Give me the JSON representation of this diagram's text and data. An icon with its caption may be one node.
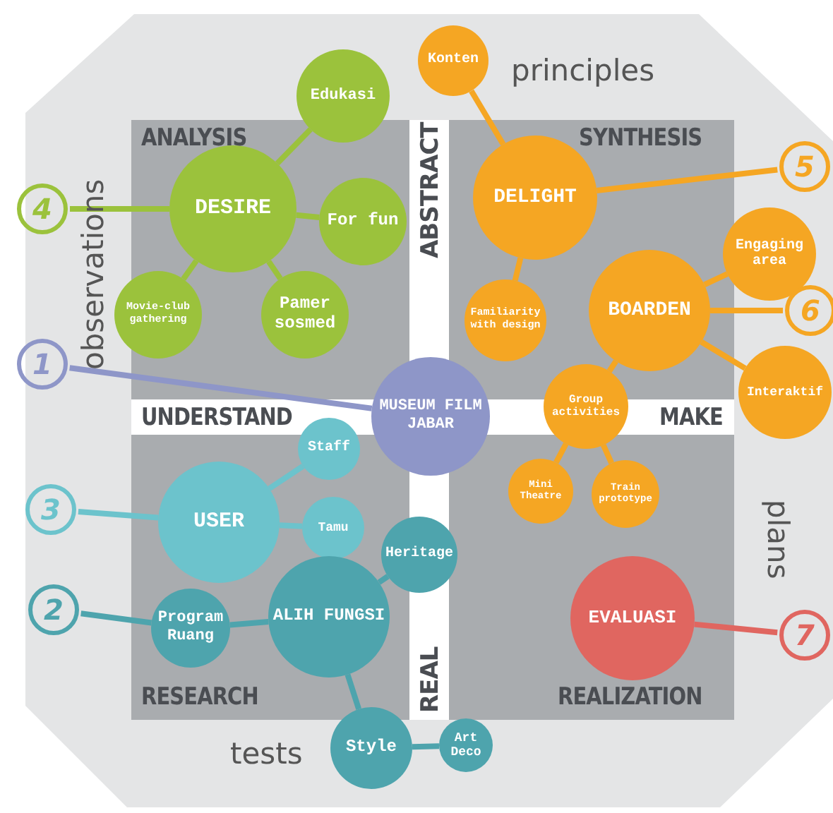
{
  "diagram": {
    "nodes": [
      {
        "text": [
          "MUSEUM FILM JABAR"
        ]
      },
      {
        "text": [
          "DESIRE"
        ]
      },
      {
        "text": [
          "Edukasi"
        ]
      },
      {
        "text": [
          "For fun"
        ]
      },
      {
        "text": [
          "Movie-club gathering"
        ]
      },
      {
        "text": [
          "Pamer sosmed"
        ]
      },
      {
        "text": [
          "DELIGHT"
        ]
      },
      {
        "text": [
          "Konten"
        ]
      },
      {
        "text": [
          "Familiarity with design"
        ]
      },
      {
        "text": [
          "BOARDEN"
        ]
      },
      {
        "text": [
          "Engaging area"
        ]
      },
      {
        "text": [
          "Interaktif"
        ]
      },
      {
        "text": [
          "Group activities"
        ]
      },
      {
        "text": [
          "Mini Theatre"
        ]
      },
      {
        "text": [
          "Train prototype"
        ]
      },
      {
        "text": [
          "USER"
        ]
      },
      {
        "text": [
          "Staff"
        ]
      },
      {
        "text": [
          "Tamu"
        ]
      },
      {
        "text": [
          "ALIH FUNGSI"
        ]
      },
      {
        "text": [
          "Heritage"
        ]
      },
      {
        "text": [
          "Program Ruang"
        ]
      },
      {
        "text": [
          "Style"
        ]
      },
      {
        "text": [
          "Art Deco"
        ]
      },
      {
        "text": [
          "EVALUASI"
        ]
      },
      {
        "text": [
          "4"
        ]
      },
      {
        "text": [
          "1"
        ]
      },
      {
        "text": [
          "3"
        ]
      },
      {
        "text": [
          "2"
        ]
      },
      {
        "text": [
          "5"
        ]
      },
      {
        "text": [
          "6"
        ]
      },
      {
        "text": [
          "7"
        ]
      }
    ],
    "edges": [
      {
        "from": 1,
        "to": 2,
        "arrow": "none",
        "color": "#9bc23c"
      },
      {
        "from": 1,
        "to": 3,
        "arrow": "none",
        "color": "#9bc23c"
      },
      {
        "from": 1,
        "to": 4,
        "arrow": "none",
        "color": "#9bc23c"
      },
      {
        "from": 1,
        "to": 5,
        "arrow": "none",
        "color": "#9bc23c"
      },
      {
        "from": 6,
        "to": 7,
        "arrow": "none"
      },
      {
        "from": 6,
        "to": 8,
        "arrow": "none"
      },
      {
        "from": 9,
        "to": 10,
        "arrow": "none"
      },
      {
        "from": 9,
        "to": 11,
        "arrow": "none"
      },
      {
        "from": 9,
        "to": 12,
        "arrow": "none"
      },
      {
        "from": 12,
        "to": 13,
        "arrow": "none"
      },
      {
        "from": 12,
        "to": 14,
        "arrow": "none"
      },
      {
        "from": 15,
        "to": 16,
        "arrow": "none",
        "color": "#6cc3cc"
      },
      {
        "from": 15,
        "to": 17,
        "arrow": "none",
        "color": "#6cc3cc"
      },
      {
        "from": 18,
        "to": 19,
        "arrow": "none",
        "color": "#4ea4ad"
      },
      {
        "from": 18,
        "to": 20,
        "arrow": "none",
        "color": "#4ea4ad"
      },
      {
        "from": 18,
        "to": 21,
        "arrow": "none",
        "color": "#4ea4ad"
      },
      {
        "from": 21,
        "to": 22,
        "arrow": "none",
        "color": "#4ea4ad"
      },
      {
        "from": 24,
        "to": 1,
        "arrow": "none",
        "color": "#9bc23c"
      },
      {
        "from": 25,
        "to": 0,
        "arrow": "none",
        "color": "#8e96c8"
      },
      {
        "from": 26,
        "to": 15,
        "arrow": "none",
        "color": "#6cc3cc"
      },
      {
        "from": 27,
        "to": 20,
        "arrow": "none",
        "color": "#4ea4ad"
      },
      {
        "from": 28,
        "to": 6,
        "arrow": "none"
      },
      {
        "from": 29,
        "to": 9,
        "arrow": "none"
      },
      {
        "from": 30,
        "to": 23,
        "arrow": "none",
        "color": "#e06660"
      }
    ],
    "labels": [
      "principles",
      "ANALYSIS",
      "SYNTHESIS",
      "observations",
      "ABSTRACT",
      "UNDERSTAND",
      "MAKE",
      "plans",
      "REAL",
      "RESEARCH",
      "REALIZATION",
      "tests"
    ]
  }
}
